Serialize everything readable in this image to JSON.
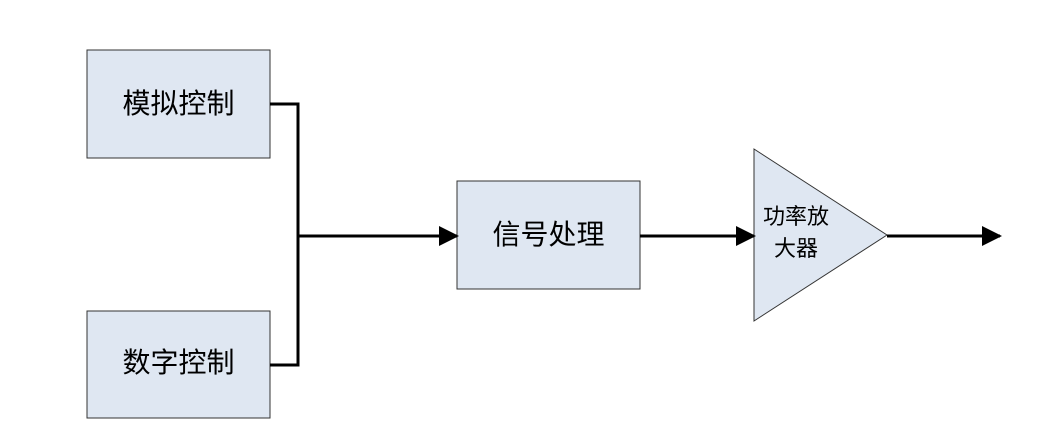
{
  "diagram": {
    "blocks": {
      "analog_control": "模拟控制",
      "digital_control": "数字控制",
      "signal_processing": "信号处理",
      "power_amplifier_line1": "功率放",
      "power_amplifier_line2": "大器"
    },
    "colors": {
      "block_fill": "#dfe7f2",
      "block_stroke": "#333333",
      "line": "#000000"
    }
  }
}
